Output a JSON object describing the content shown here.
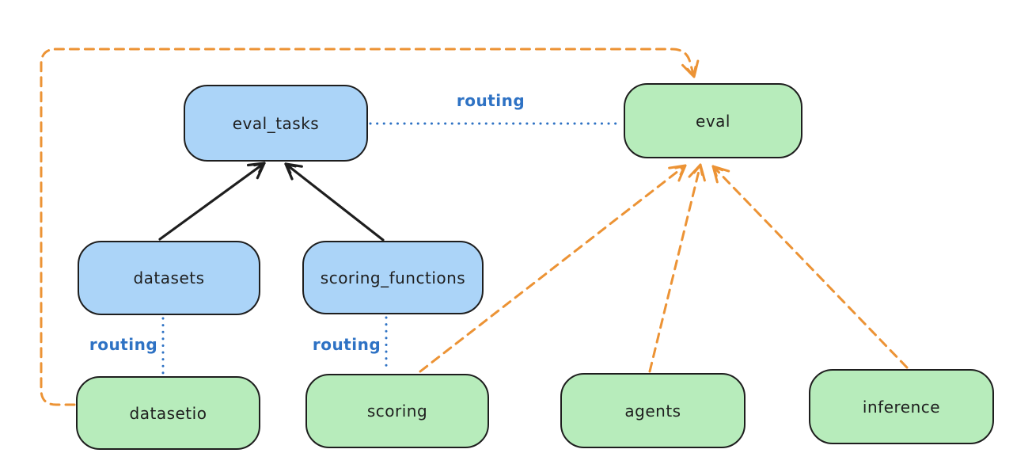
{
  "diagram": {
    "background": "#ffffff",
    "colors": {
      "stroke": "#1e1e1e",
      "blue_fill": "#abd4f8",
      "green_fill": "#b7ecbb",
      "routing_blue": "#2e72c4",
      "orange": "#ec9335"
    },
    "nodes": {
      "eval_tasks": {
        "label": "eval_tasks",
        "fill": "#abd4f8"
      },
      "eval": {
        "label": "eval",
        "fill": "#b7ecbb"
      },
      "datasets": {
        "label": "datasets",
        "fill": "#abd4f8"
      },
      "scoring_functions": {
        "label": "scoring_functions",
        "fill": "#abd4f8"
      },
      "datasetio": {
        "label": "datasetio",
        "fill": "#b7ecbb"
      },
      "scoring": {
        "label": "scoring",
        "fill": "#b7ecbb"
      },
      "agents": {
        "label": "agents",
        "fill": "#b7ecbb"
      },
      "inference": {
        "label": "inference",
        "fill": "#b7ecbb"
      }
    },
    "edges": [
      {
        "from": "datasets",
        "to": "eval_tasks",
        "style": "solid-black-arrow"
      },
      {
        "from": "scoring_functions",
        "to": "eval_tasks",
        "style": "solid-black-arrow"
      },
      {
        "from": "eval_tasks",
        "to": "eval",
        "style": "dotted-blue",
        "label": "routing"
      },
      {
        "from": "datasets",
        "to": "datasetio",
        "style": "dotted-blue",
        "label": "routing"
      },
      {
        "from": "scoring_functions",
        "to": "scoring",
        "style": "dotted-blue",
        "label": "routing"
      },
      {
        "from": "datasetio",
        "to": "eval",
        "style": "dashed-orange-arrow"
      },
      {
        "from": "scoring",
        "to": "eval",
        "style": "dashed-orange-arrow"
      },
      {
        "from": "agents",
        "to": "eval",
        "style": "dashed-orange-arrow"
      },
      {
        "from": "inference",
        "to": "eval",
        "style": "dashed-orange-arrow"
      }
    ]
  }
}
